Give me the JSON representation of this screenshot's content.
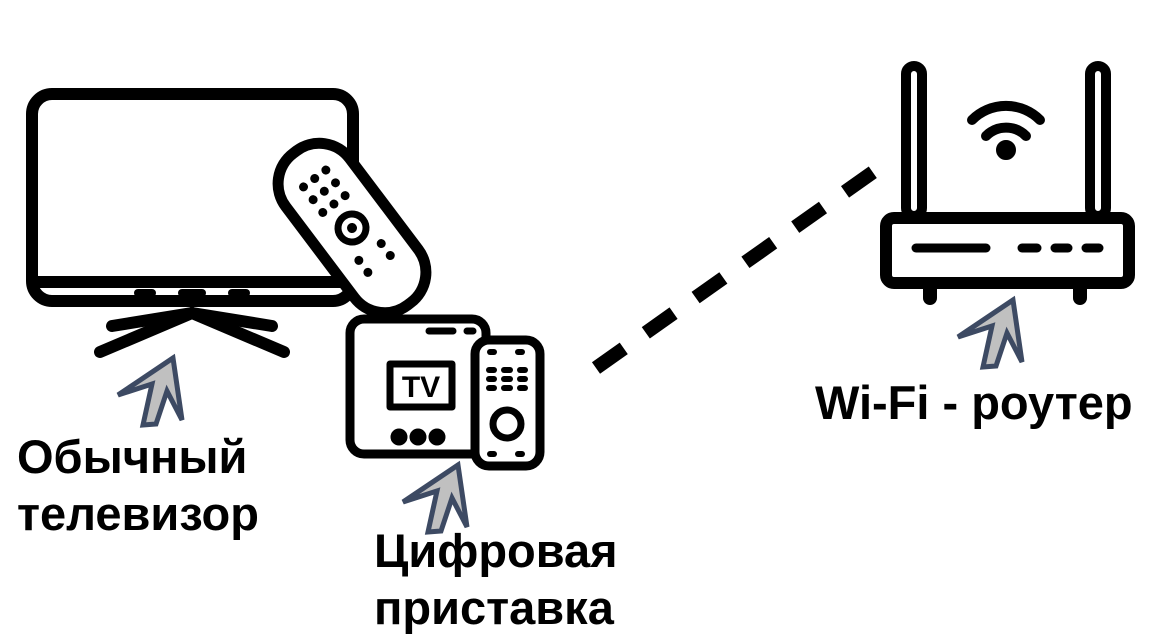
{
  "labels": {
    "tv": [
      "Обычный",
      "телевизор"
    ],
    "settop": [
      "Цифровая",
      "приставка"
    ],
    "router": "Wi-Fi - роутер",
    "tv_screen_text": "TV"
  },
  "colors": {
    "arrow_fill": "#c0c0c0",
    "arrow_stroke": "#3d4a63",
    "ink": "#000000"
  }
}
